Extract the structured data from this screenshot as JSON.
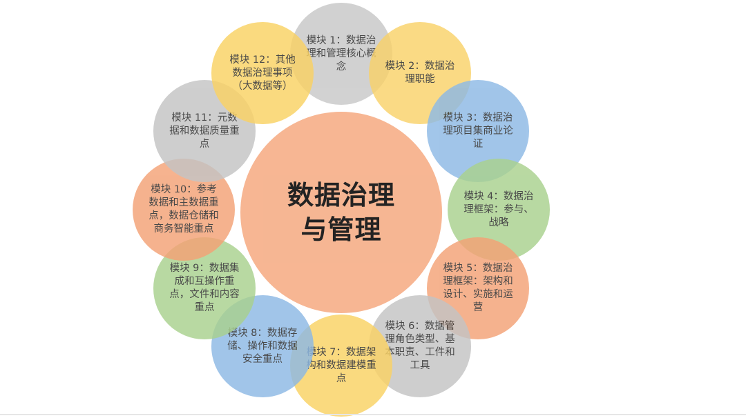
{
  "diagram": {
    "center": {
      "title": "数据治理与管理",
      "color": "#f6b08a"
    },
    "modules": [
      {
        "label": "模块 1：数据治理和管理核心概念",
        "color": "#c8c8c8"
      },
      {
        "label": "模块 2：数据治理职能",
        "color": "#f9d26a"
      },
      {
        "label": "模块 3：数据治理项目集商业论证",
        "color": "#8db9e5"
      },
      {
        "label": "模块 4：数据治理框架：参与、战略",
        "color": "#a9d18e"
      },
      {
        "label": "模块 5：数据治理框架：架构和设计、实施和运营",
        "color": "#f4a276"
      },
      {
        "label": "模块 6：数据管理角色类型、基本职责、工件和工具",
        "color": "#c4c4c4"
      },
      {
        "label": "模块 7：数据架构和数据建模重点",
        "color": "#fad264"
      },
      {
        "label": "模块 8：数据存储、操作和数据安全重点",
        "color": "#8db9e5"
      },
      {
        "label": "模块 9：数据集成和互操作重点，文件和内容重点",
        "color": "#a9d18e"
      },
      {
        "label": "模块 10：参考数据和主数据重点，数据仓储和商务智能重点",
        "color": "#f4a276"
      },
      {
        "label": "模块 11：元数据和数据质量重点",
        "color": "#c4c4c4"
      },
      {
        "label": "模块 12：其他数据治理事项（大数据等）",
        "color": "#fad264"
      }
    ]
  }
}
